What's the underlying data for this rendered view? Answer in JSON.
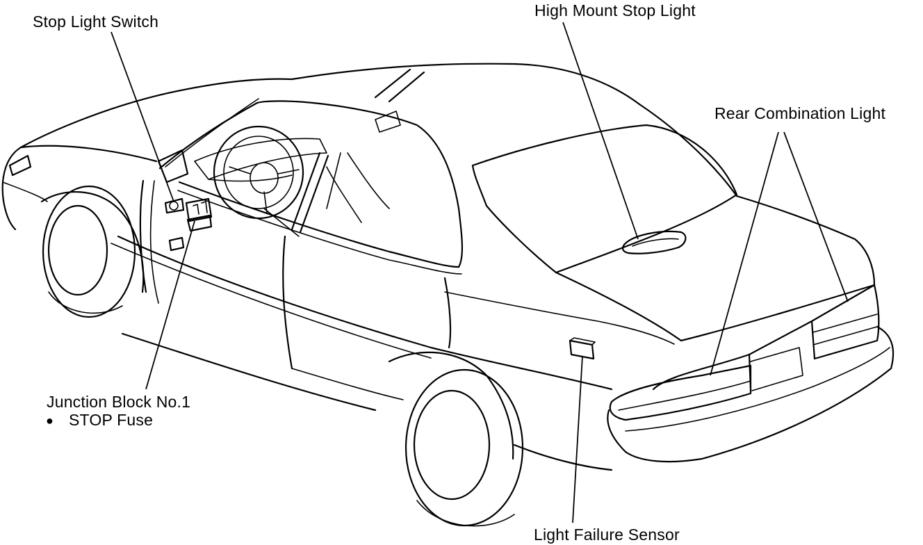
{
  "labels": {
    "stop_light_switch": "Stop Light Switch",
    "high_mount_stop_light": "High Mount Stop Light",
    "rear_combination_light": "Rear Combination Light",
    "junction_block": "Junction Block No.1",
    "stop_fuse_bullet": "●",
    "stop_fuse": "STOP Fuse",
    "light_failure_sensor": "Light Failure Sensor"
  },
  "colors": {
    "line": "#000000",
    "background": "#ffffff"
  }
}
